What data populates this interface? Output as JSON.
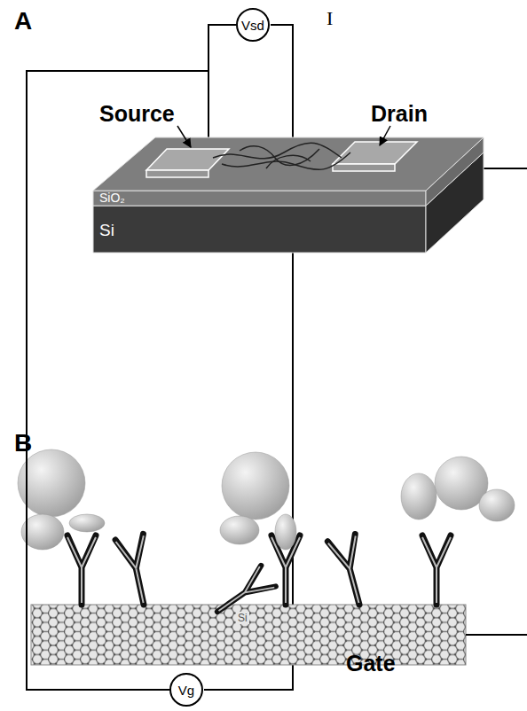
{
  "diagram": {
    "nodes": [
      {
        "text": [
          "Vsd"
        ]
      },
      {
        "text": [
          "Vg"
        ]
      }
    ],
    "edges": [
      {
        "from": 1,
        "to": 0,
        "arrow": "none"
      }
    ],
    "labels": [
      "A",
      "Source",
      "Drain",
      "SiO₂",
      "Si",
      "I",
      "Gate",
      "B",
      "Si"
    ]
  }
}
